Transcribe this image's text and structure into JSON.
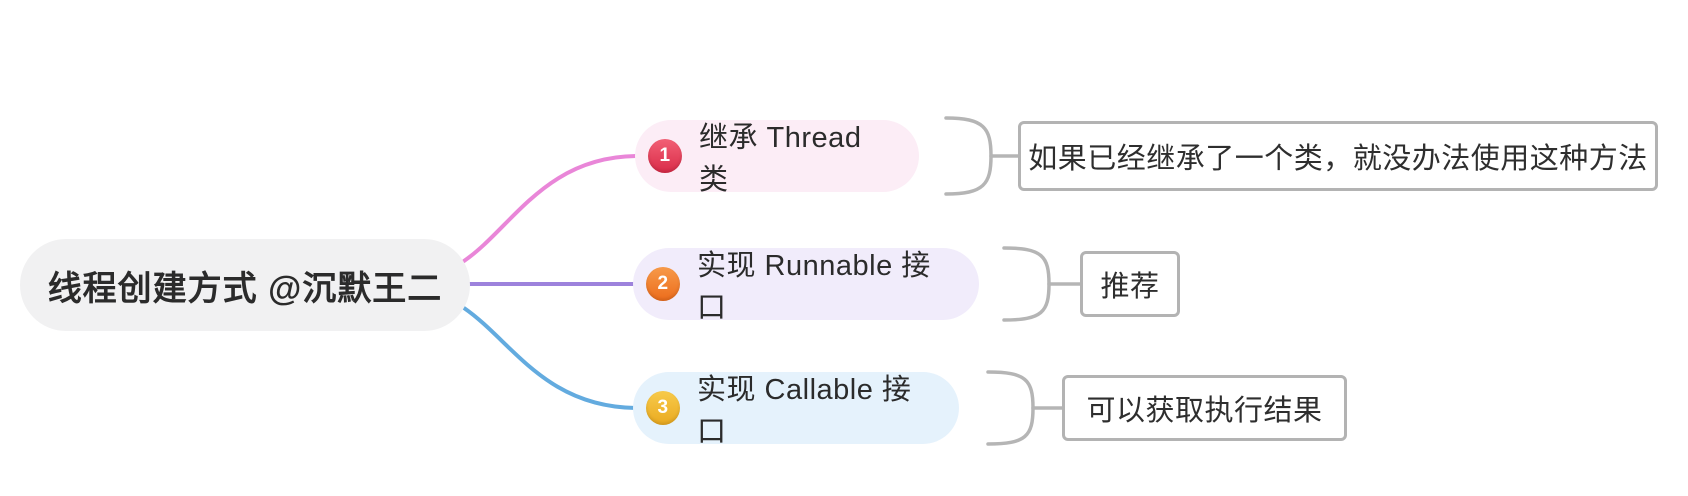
{
  "root": {
    "label": "线程创建方式 @沉默王二",
    "bg": "#f1f1f2"
  },
  "branches": [
    {
      "badge": "1",
      "label": "继承 Thread 类",
      "note": "如果已经继承了一个类，就没办法使用这种方法",
      "colors": {
        "pill_bg": "#fcedf6",
        "badge_top": "#f26075",
        "badge_bottom": "#d92b48",
        "line": "#e986d8"
      }
    },
    {
      "badge": "2",
      "label": "实现 Runnable 接口",
      "note": "推荐",
      "colors": {
        "pill_bg": "#f1ecfb",
        "badge_top": "#f79a49",
        "badge_bottom": "#ec6c1c",
        "line": "#9d82dc"
      }
    },
    {
      "badge": "3",
      "label": "实现 Callable 接口",
      "note": "可以获取执行结果",
      "colors": {
        "pill_bg": "#e5f2fc",
        "badge_top": "#f7ca4b",
        "badge_bottom": "#eaaa20",
        "line": "#63abdf"
      }
    }
  ],
  "connector_color": "#b5b5b5",
  "text_color": "#2b2b2b",
  "canvas_bg": "#ffffff"
}
